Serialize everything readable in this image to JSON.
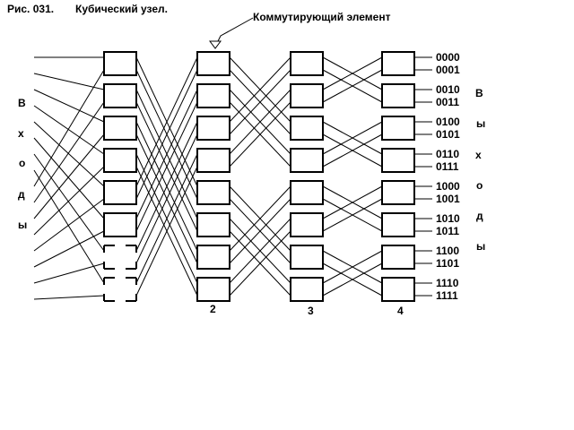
{
  "caption": {
    "prefix": "Рис. 031.",
    "title": "Кубический узел."
  },
  "callout_label": "Коммутирующий элемент",
  "stage_labels": [
    "2",
    "3",
    "4"
  ],
  "input_side_letters": [
    "В",
    "х",
    "о",
    "д",
    "ы"
  ],
  "output_side_letters": [
    "В",
    "ы",
    "х",
    "о",
    "д",
    "ы"
  ],
  "output_codes": [
    "0000",
    "0001",
    "0010",
    "0011",
    "0100",
    "0101",
    "0110",
    "0111",
    "1000",
    "1001",
    "1010",
    "1011",
    "1100",
    "1101",
    "1110",
    "1111"
  ],
  "line_color": "#000000",
  "background_color": "#ffffff"
}
